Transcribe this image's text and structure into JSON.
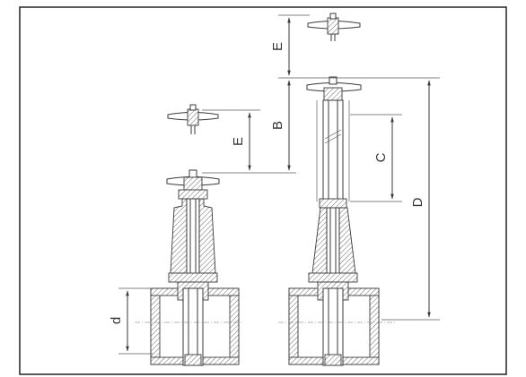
{
  "diagram": {
    "labels": {
      "E_top": "E",
      "E_left": "E",
      "B": "B",
      "C": "C",
      "D": "D",
      "d": "d"
    }
  }
}
